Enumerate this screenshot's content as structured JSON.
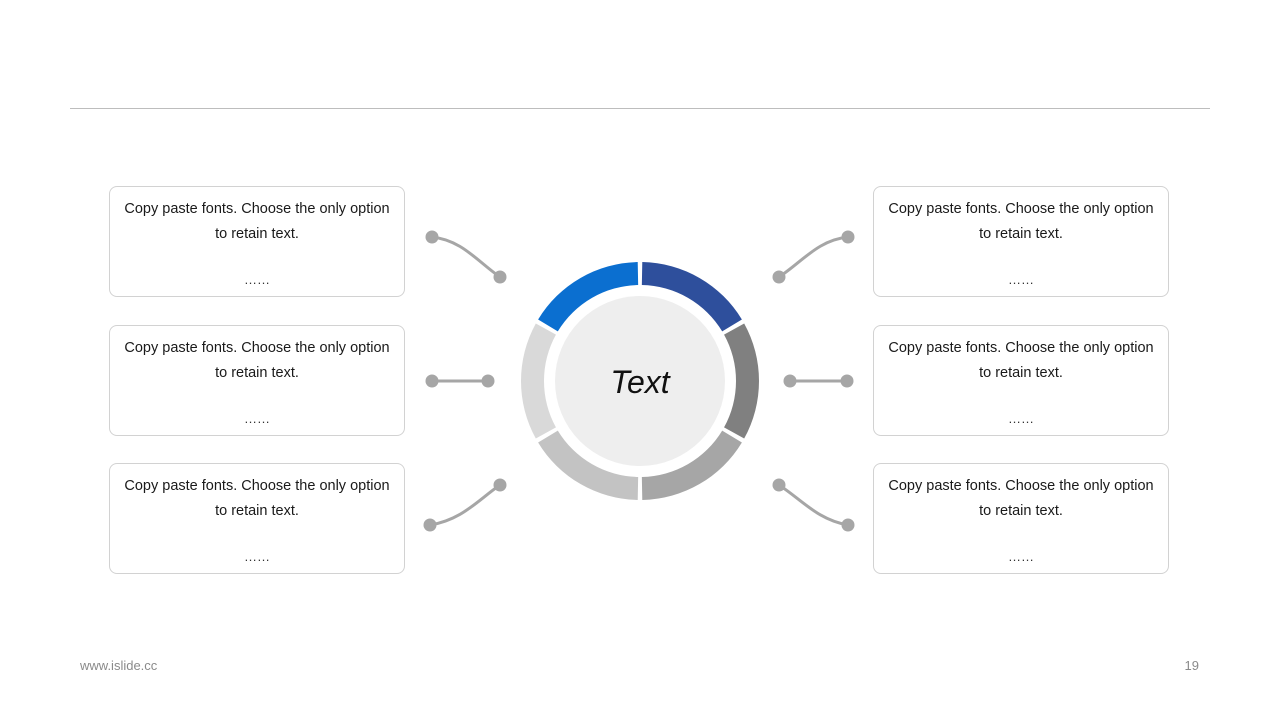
{
  "center": {
    "label": "Text"
  },
  "cards": {
    "left": [
      {
        "text": "Copy paste fonts. Choose the only option to retain text.",
        "dots": "……"
      },
      {
        "text": "Copy paste fonts. Choose the only option to retain text.",
        "dots": "……"
      },
      {
        "text": "Copy paste fonts. Choose the only option to retain text.",
        "dots": "……"
      }
    ],
    "right": [
      {
        "text": "Copy paste fonts. Choose the only option to retain text.",
        "dots": "……"
      },
      {
        "text": "Copy paste fonts. Choose the only option to retain text.",
        "dots": "……"
      },
      {
        "text": "Copy paste fonts. Choose the only option to retain text.",
        "dots": "……"
      }
    ]
  },
  "ring": {
    "segment_colors": [
      "#2e4f9c",
      "#808080",
      "#a6a6a6",
      "#c3c3c3",
      "#d9d9d9",
      "#0b6fd0"
    ],
    "inner_fill": "#eeeeee",
    "connector_color": "#a6a6a6"
  },
  "footer": {
    "url": "www.islide.cc",
    "page": "19"
  }
}
